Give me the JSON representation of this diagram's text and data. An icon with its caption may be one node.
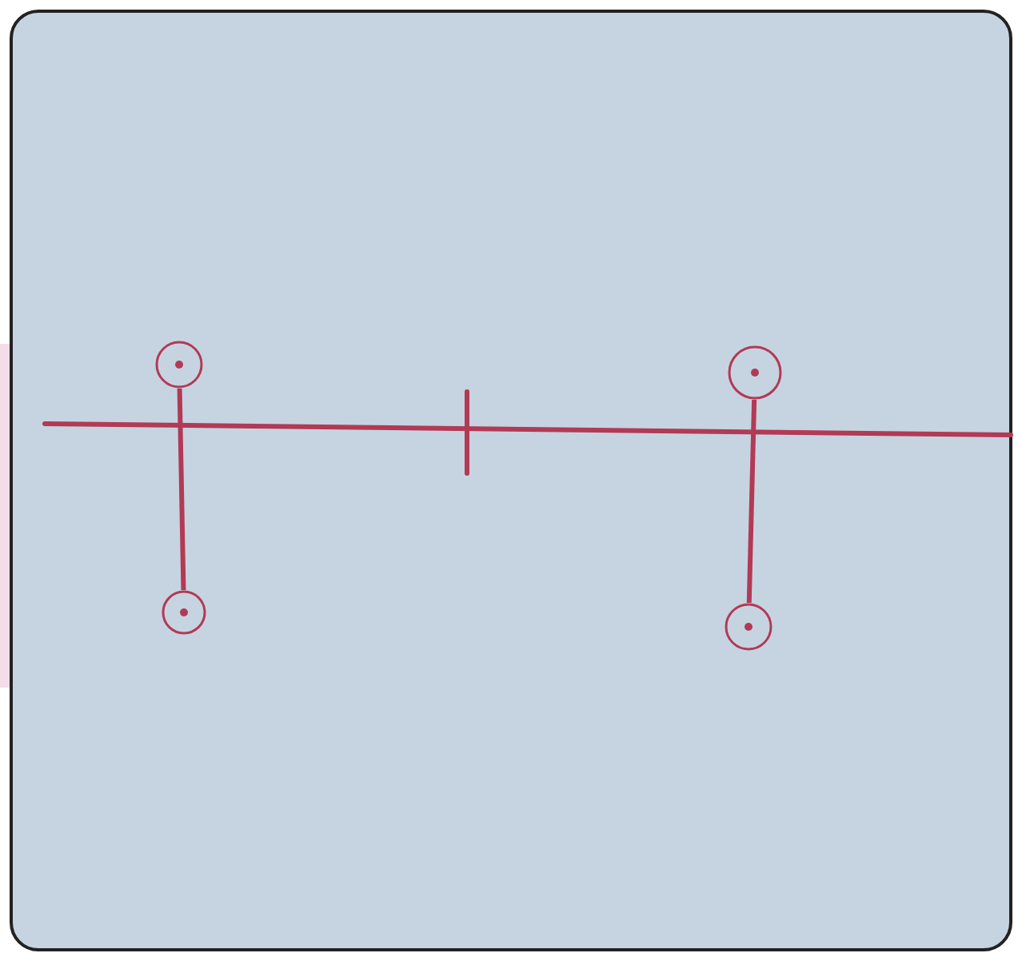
{
  "diagram": {
    "nodes": [
      {
        "text": [],
        "shape": "circle"
      },
      {
        "text": [],
        "shape": "circle"
      },
      {
        "text": [],
        "shape": "circle"
      },
      {
        "text": [],
        "shape": "circle"
      }
    ],
    "edges": [
      {
        "from": 0,
        "to": 2,
        "arrow": "none"
      },
      {
        "from": 1,
        "to": 3,
        "arrow": "none"
      }
    ]
  }
}
